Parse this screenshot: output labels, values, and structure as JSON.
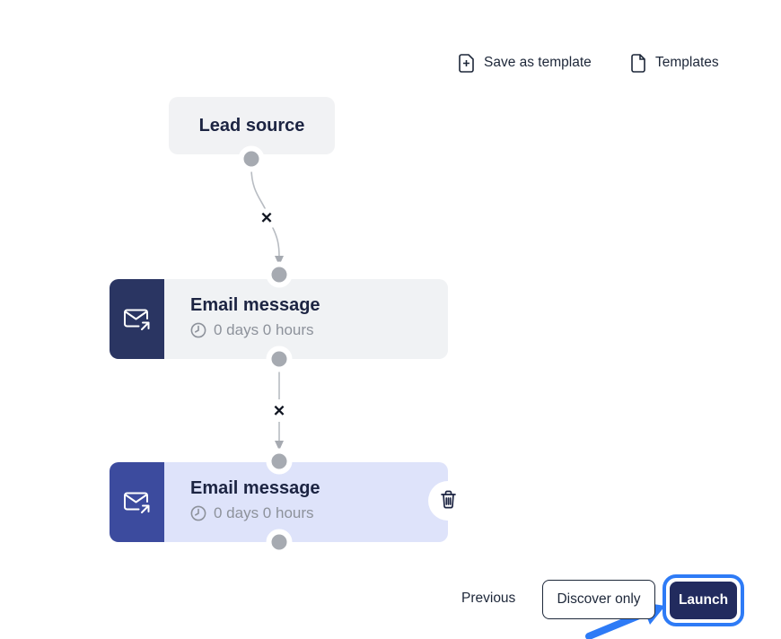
{
  "header": {
    "save_as_template_label": "Save as template",
    "templates_label": "Templates"
  },
  "workflow": {
    "lead_source_label": "Lead source",
    "remove_connection_glyph": "✕",
    "nodes": [
      {
        "title": "Email message",
        "delay": "0 days 0 hours",
        "highlighted": false
      },
      {
        "title": "Email message",
        "delay": "0 days 0 hours",
        "highlighted": true
      }
    ]
  },
  "footer": {
    "previous_label": "Previous",
    "discover_only_label": "Discover only",
    "launch_label": "Launch"
  },
  "icons": {
    "save_as_template": "file-plus-icon",
    "templates": "file-icon",
    "step": "send-email-icon",
    "delay": "clock-icon",
    "delete_step": "trash-icon",
    "annotation": "blue-arrow-pointer"
  },
  "colors": {
    "node_gray_bg": "#f0f2f4",
    "node_selected_bg": "#dee3fa",
    "icon_block_navy": "#2a3562",
    "icon_block_indigo": "#3c4b9e",
    "title_navy": "#1c2442",
    "muted_text": "#8d929b",
    "connector_gray": "#b8bcc2",
    "highlight_blue": "#2e7bf6",
    "launch_navy": "#222b5e"
  }
}
